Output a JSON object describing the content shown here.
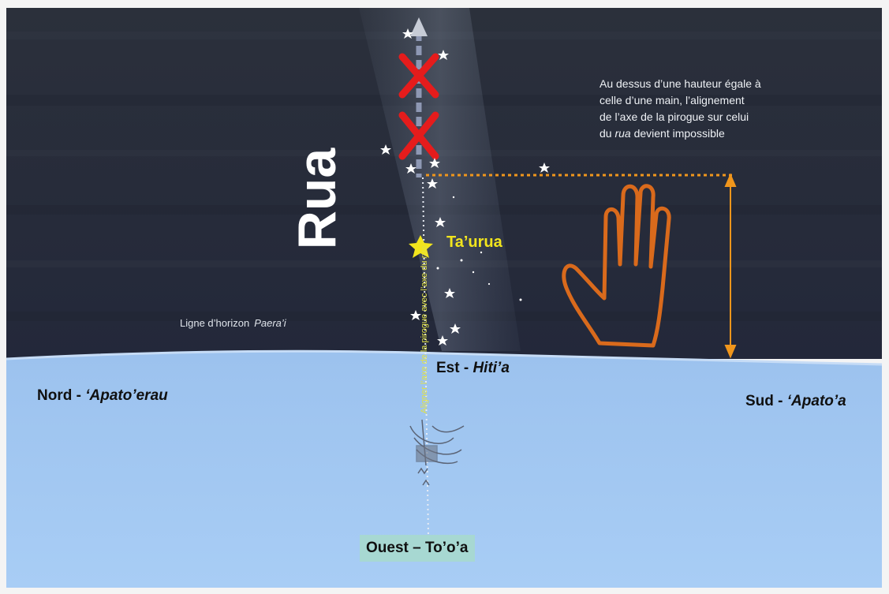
{
  "title": "Rua",
  "star_label": "Ta’urua",
  "horizon": {
    "label": "Ligne d’horizon",
    "name": "Paera’i"
  },
  "directions": {
    "east": {
      "prefix": "Est - ",
      "name": "Hiti’a"
    },
    "north": {
      "prefix": "Nord - ",
      "name": "‘Apato’erau"
    },
    "south": {
      "prefix": "Sud - ",
      "name": "‘Apato’a"
    },
    "west": "Ouest – To’o’a"
  },
  "note": {
    "line1": "Au dessus d’une hauteur égale à",
    "line2": "celle d’une main, l’alignement",
    "line3": "de l’axe de la pirogue sur celui",
    "line4_prefix": "du ",
    "line4_italic": "rua",
    "line4_suffix": " devient impossible"
  },
  "vertical_note": {
    "text": "Aligner l’axe de la pirogue avec l’axe du ",
    "italic": "rua"
  },
  "colors": {
    "sky": "#262b36",
    "sea": "#a4c8f2",
    "accent_orange": "#f0961c",
    "hand_outline": "#d96a1c",
    "cross_red": "#e51c1c",
    "star_yellow": "#f2e51d"
  }
}
